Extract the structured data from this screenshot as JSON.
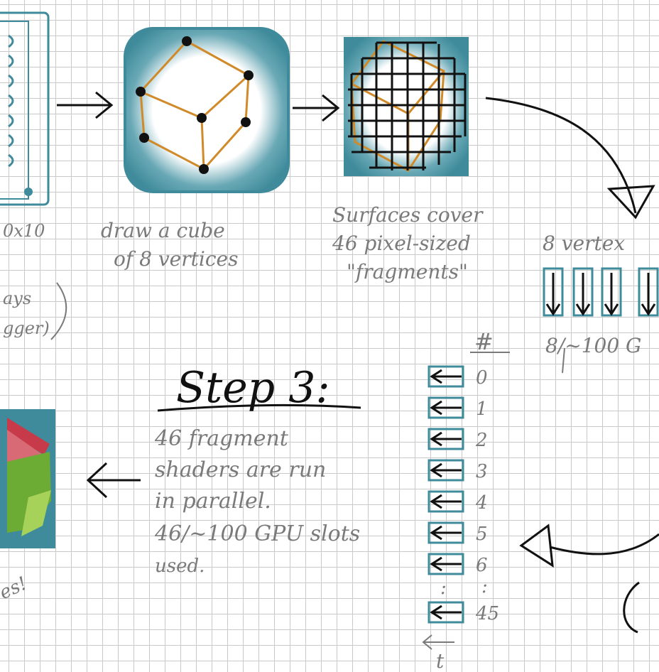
{
  "panel1": {
    "caption_line1": "draw a cube",
    "caption_line2": "of 8 vertices"
  },
  "panel2": {
    "caption_line1": "Surfaces cover",
    "caption_line2": "46 pixel-sized",
    "caption_line3": "\"fragments\""
  },
  "left_edge": {
    "caption_fragment": "0x10",
    "paren_line1": "ays",
    "paren_line2": "gger)",
    "bottom_fragment": "es!"
  },
  "right_edge": {
    "vertex_label": "8 vertex",
    "slots_label": "8/~100 G"
  },
  "step3": {
    "heading": "Step 3:",
    "body_line1": "46 fragment",
    "body_line2": "shaders are run",
    "body_line3": "in parallel.",
    "body_line4": "46/~100 GPU slots",
    "body_line5": "used."
  },
  "slots": {
    "header": "#",
    "numbers": [
      "0",
      "1",
      "2",
      "3",
      "4",
      "5",
      "6",
      "45"
    ],
    "ellipsis": ":",
    "time_label": "t"
  },
  "colors": {
    "teal": "#3f8b9b",
    "orange": "#d08a2a",
    "ink": "#111111",
    "pencil": "#7a7a7a"
  }
}
